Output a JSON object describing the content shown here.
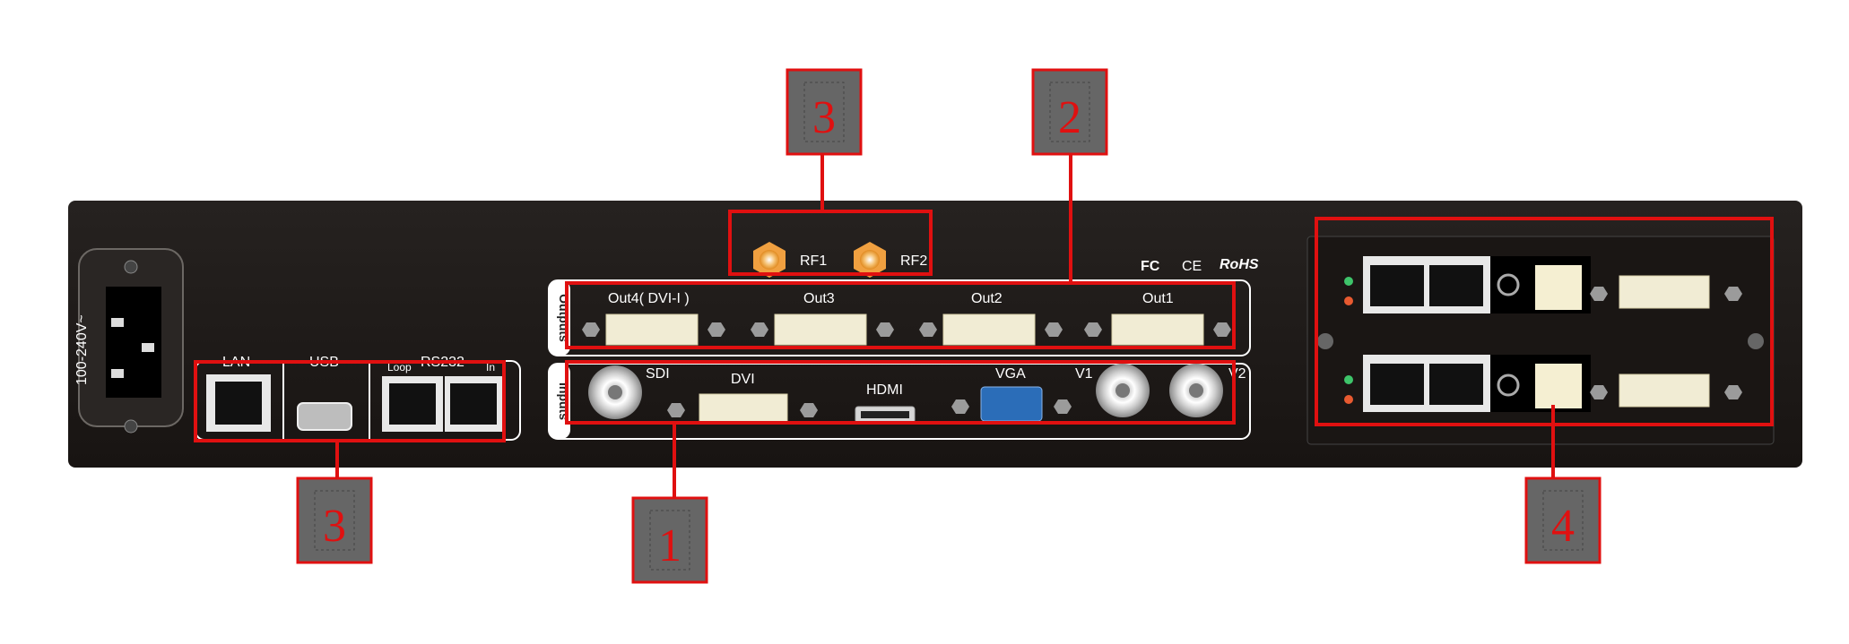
{
  "power": {
    "voltage": "100-240V~"
  },
  "control_ports": {
    "lan": "LAN",
    "usb": "USB",
    "rs232": "RS232",
    "loop": "Loop",
    "in": "In"
  },
  "rf": {
    "rf1": "RF1",
    "rf2": "RF2"
  },
  "certifications": {
    "fc": "FC",
    "ce": "CE",
    "rohs": "RoHS"
  },
  "outputs": {
    "section_label": "Outputs",
    "ports": [
      "Out4( DVI-I )",
      "Out3",
      "Out2",
      "Out1"
    ]
  },
  "inputs": {
    "section_label": "Inputs",
    "sdi": "SDI",
    "dvi": "DVI",
    "hdmi": "HDMI",
    "vga": "VGA",
    "v1": "V1",
    "v2": "V2"
  },
  "callouts": {
    "inputs": "1",
    "outputs": "2",
    "rf_top": "3",
    "control_bottom": "3",
    "card": "4"
  },
  "colors": {
    "panel": "#1c1816",
    "highlight": "#e01010",
    "callout_box": "#666666",
    "dvi_port": "#f1ecd4",
    "vga_port": "#2b6db8",
    "rf_connector": "#f0a040"
  }
}
